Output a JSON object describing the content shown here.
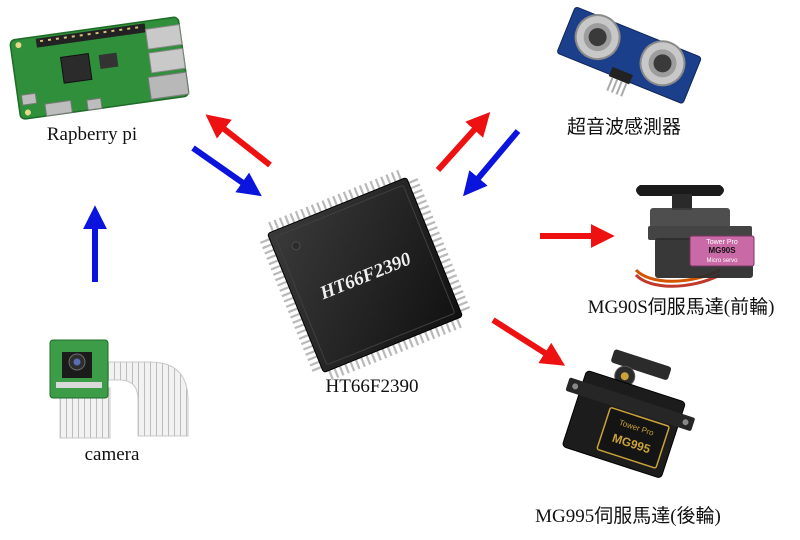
{
  "labels": {
    "raspberry_pi": "Rapberry pi",
    "ultrasonic_sensor": "超音波感測器",
    "servo_front": "MG90S伺服馬達(前輪)",
    "servo_rear": "MG995伺服馬達(後輪)",
    "mcu": "HT66F2390",
    "camera": "camera"
  },
  "component_text": {
    "chip_marking": "HT66F2390",
    "mg90s_brand": "Tower Pro",
    "mg90s_model": "MG90S",
    "mg90s_sub": "Micro servo",
    "mg995_brand": "Tower Pro",
    "mg995_model": "MG995"
  },
  "colors": {
    "arrow_red": "#ee1111",
    "arrow_blue": "#0a14dd",
    "pcb_green": "#2f8f3a",
    "sensor_blue": "#1c3f8c",
    "chip_body": "#1c1c1c"
  }
}
